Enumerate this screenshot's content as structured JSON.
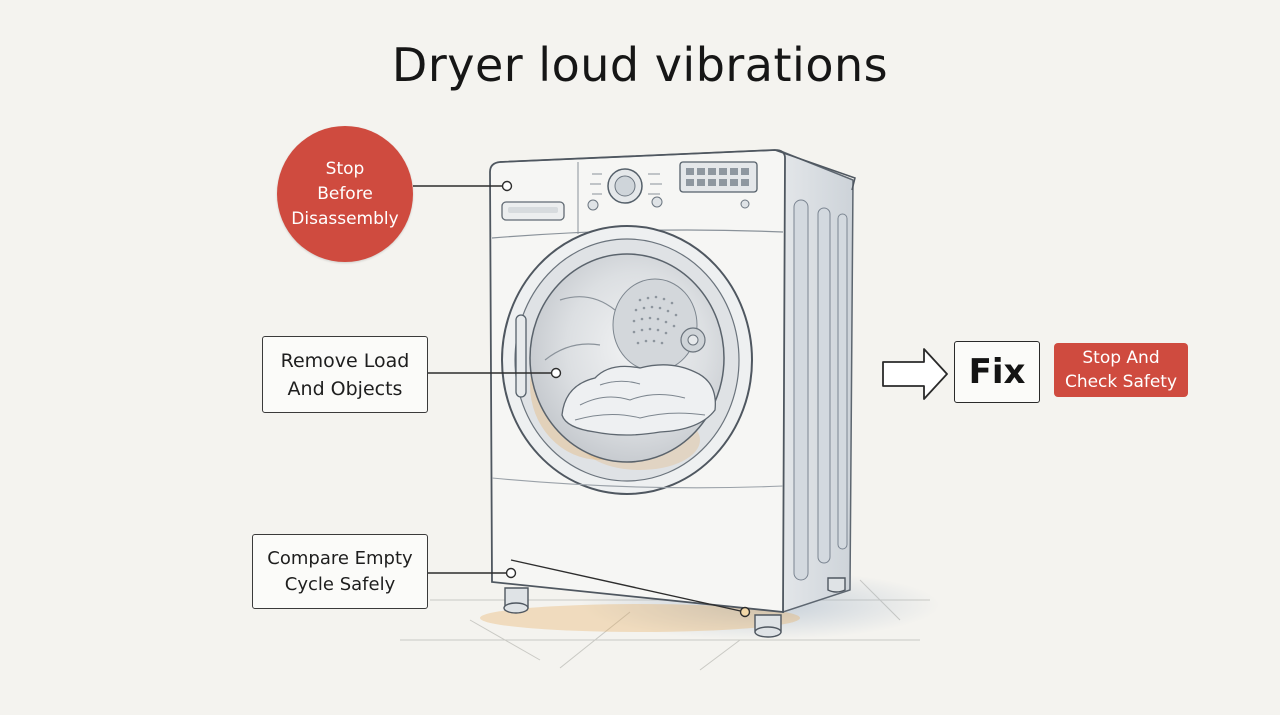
{
  "title": "Dryer loud vibrations",
  "labels": {
    "stop_before": [
      "Stop",
      "Before",
      "Disassembly"
    ],
    "remove_load": [
      "Remove Load",
      "And Objects"
    ],
    "compare_empty": [
      "Compare Empty",
      "Cycle Safely"
    ]
  },
  "fix": {
    "label": "Fix",
    "badge": [
      "Stop And",
      "Check Safety"
    ]
  },
  "colors": {
    "accent_red": "#cf4b3f",
    "background": "#f4f3ef",
    "glow_orange": "#e9a64c"
  },
  "icons": {
    "appliance": "front-load-dryer",
    "arrow": "right-arrow-icon"
  }
}
